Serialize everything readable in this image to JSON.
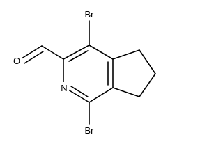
{
  "molecule": {
    "atoms": {
      "br_top": "Br",
      "br_bottom": "Br",
      "oxygen": "O",
      "nitrogen": "N"
    }
  },
  "colors": {
    "background": "#ffffff",
    "bond": "#000000",
    "label": "#000000"
  }
}
